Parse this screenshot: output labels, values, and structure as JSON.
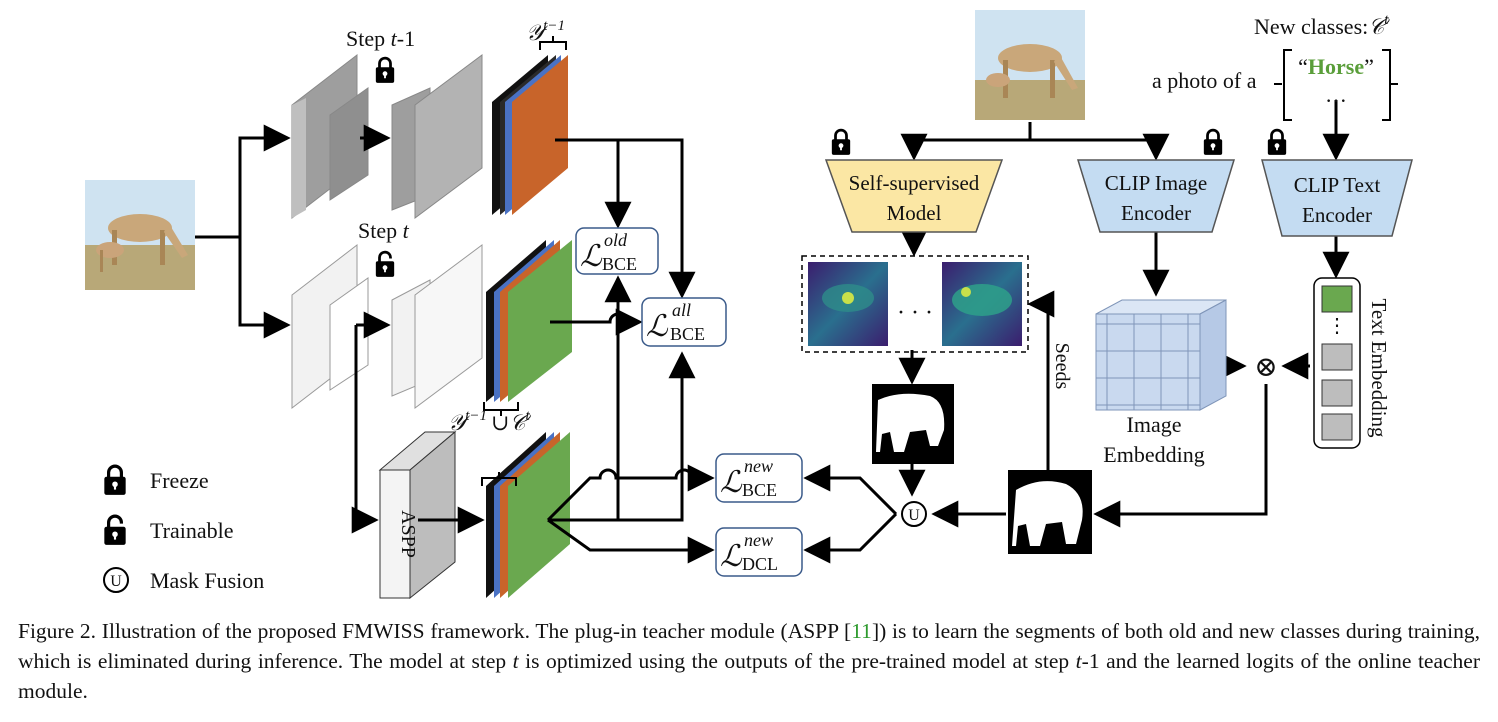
{
  "legend": {
    "freeze": "Freeze",
    "trainable": "Trainable",
    "mask_fusion": "Mask Fusion",
    "mask_fusion_symbol": "U"
  },
  "steps": {
    "prev_prefix": "Step ",
    "prev_var": "t",
    "prev_suffix": "-1",
    "curr_prefix": "Step ",
    "curr_var": "t"
  },
  "sets": {
    "y_symbol": "𝒴",
    "prev_sup": "t−1",
    "union": "∪",
    "c_symbol": "𝒞",
    "curr_sup": "t"
  },
  "losses": [
    {
      "name": "loss-old-bce",
      "symbol": "ℒ",
      "sup": "old",
      "sub": "BCE"
    },
    {
      "name": "loss-all-bce",
      "symbol": "ℒ",
      "sup": "all",
      "sub": "BCE"
    },
    {
      "name": "loss-new-bce",
      "symbol": "ℒ",
      "sup": "new",
      "sub": "BCE"
    },
    {
      "name": "loss-new-dcl",
      "symbol": "ℒ",
      "sup": "new",
      "sub": "DCL"
    }
  ],
  "aspp_label": "ASPP",
  "modules": {
    "self_supervised": [
      "Self-supervised",
      "Model"
    ],
    "clip_image": [
      "CLIP Image",
      "Encoder"
    ],
    "clip_text": [
      "CLIP Text",
      "Encoder"
    ]
  },
  "new_classes": {
    "label": "New classes:",
    "symbol": "𝒞",
    "sup": "t"
  },
  "prompt": {
    "prefix": "a photo of a",
    "open_quote": "“",
    "class_name": "Horse",
    "close_quote": "”",
    "ellipsis": "···"
  },
  "labels": {
    "image_embedding": [
      "Image",
      "Embedding"
    ],
    "text_embedding": "Text Embedding",
    "seeds": "Seeds",
    "dots": "· · ·",
    "vdots": "⋮",
    "otimes": "⊗"
  },
  "colors": {
    "orange": "#c8642a",
    "green": "#6aa84f",
    "blue": "#4a72c4",
    "yellow_module": "#fbe7a4",
    "blue_module": "#c4dcf2",
    "prompt_green": "#5a9e3a",
    "ref_green": "#2e9a2e"
  },
  "caption": {
    "p1": "Figure 2. Illustration of the proposed FMWISS framework. The plug-in teacher module (ASPP [",
    "ref": "11",
    "p2": "]) is to learn the segments of both old and new classes during training, which is eliminated during inference. The model at step ",
    "t1": "t",
    "p3": " is optimized using the outputs of the pre-trained model at step ",
    "t2": "t",
    "p4": "-1 and the learned logits of the online teacher module."
  }
}
